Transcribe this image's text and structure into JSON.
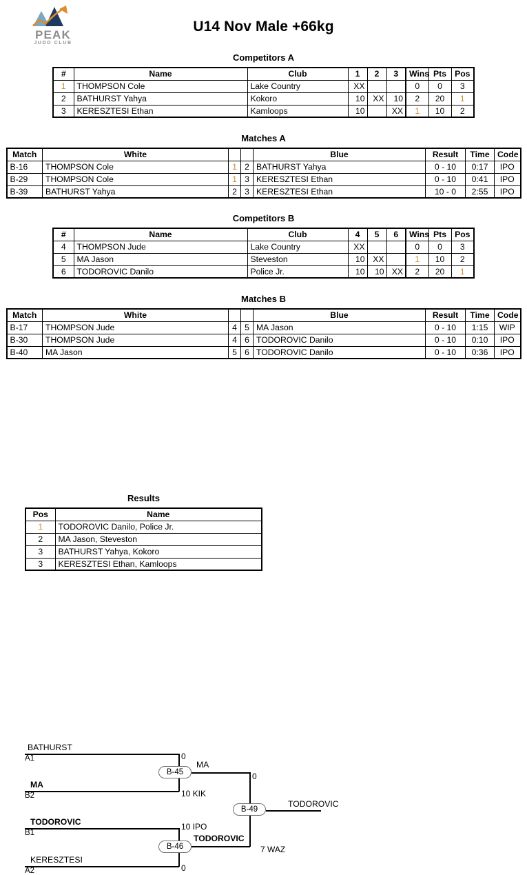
{
  "header": {
    "title": "U14 Nov Male +66kg",
    "logo": {
      "name": "peak-judo-club-logo",
      "wordmark": "PEAK",
      "subtitle": "JUDO CLUB"
    }
  },
  "competitors_a": {
    "caption": "Competitors A",
    "columns": [
      "#",
      "Name",
      "Club",
      "1",
      "2",
      "3",
      "Wins",
      "Pts",
      "Pos"
    ],
    "rows": [
      {
        "num": "1",
        "name": "THOMPSON Cole",
        "club": "Lake Country",
        "m": [
          "XX",
          "",
          ""
        ],
        "wins": "0",
        "pts": "0",
        "pos": "3"
      },
      {
        "num": "2",
        "name": "BATHURST Yahya",
        "club": "Kokoro",
        "m": [
          "10",
          "XX",
          "10"
        ],
        "wins": "2",
        "pts": "20",
        "pos": "1"
      },
      {
        "num": "3",
        "name": "KERESZTESI Ethan",
        "club": "Kamloops",
        "m": [
          "10",
          "",
          "XX"
        ],
        "wins": "1",
        "pts": "10",
        "pos": "2"
      }
    ]
  },
  "matches_a": {
    "caption": "Matches A",
    "columns": [
      "Match",
      "White",
      "",
      "",
      "Blue",
      "Result",
      "Time",
      "Code"
    ],
    "rows": [
      {
        "match": "B-16",
        "white": "THOMPSON Cole",
        "white_bold": false,
        "s1": "1",
        "s2": "2",
        "blue": "BATHURST Yahya",
        "blue_bold": true,
        "result": "0 - 10",
        "time": "0:17",
        "code": "IPO"
      },
      {
        "match": "B-29",
        "white": "THOMPSON Cole",
        "white_bold": false,
        "s1": "1",
        "s2": "3",
        "blue": "KERESZTESI Ethan",
        "blue_bold": true,
        "result": "0 - 10",
        "time": "0:41",
        "code": "IPO"
      },
      {
        "match": "B-39",
        "white": "BATHURST Yahya",
        "white_bold": true,
        "s1": "2",
        "s2": "3",
        "blue": "KERESZTESI Ethan",
        "blue_bold": false,
        "result": "10 - 0",
        "time": "2:55",
        "code": "IPO"
      }
    ]
  },
  "competitors_b": {
    "caption": "Competitors B",
    "columns": [
      "#",
      "Name",
      "Club",
      "4",
      "5",
      "6",
      "Wins",
      "Pts",
      "Pos"
    ],
    "rows": [
      {
        "num": "4",
        "name": "THOMPSON Jude",
        "club": "Lake Country",
        "m": [
          "XX",
          "",
          ""
        ],
        "wins": "0",
        "pts": "0",
        "pos": "3"
      },
      {
        "num": "5",
        "name": "MA Jason",
        "club": "Steveston",
        "m": [
          "10",
          "XX",
          ""
        ],
        "wins": "1",
        "pts": "10",
        "pos": "2"
      },
      {
        "num": "6",
        "name": "TODOROVIC Danilo",
        "club": "Police Jr.",
        "m": [
          "10",
          "10",
          "XX"
        ],
        "wins": "2",
        "pts": "20",
        "pos": "1"
      }
    ]
  },
  "matches_b": {
    "caption": "Matches B",
    "columns": [
      "Match",
      "White",
      "",
      "",
      "Blue",
      "Result",
      "Time",
      "Code"
    ],
    "rows": [
      {
        "match": "B-17",
        "white": "THOMPSON Jude",
        "white_bold": false,
        "s1": "4",
        "s2": "5",
        "blue": "MA Jason",
        "blue_bold": true,
        "result": "0 - 10",
        "time": "1:15",
        "code": "WIP"
      },
      {
        "match": "B-30",
        "white": "THOMPSON Jude",
        "white_bold": false,
        "s1": "4",
        "s2": "6",
        "blue": "TODOROVIC Danilo",
        "blue_bold": true,
        "result": "0 - 10",
        "time": "0:10",
        "code": "IPO"
      },
      {
        "match": "B-40",
        "white": "MA Jason",
        "white_bold": false,
        "s1": "5",
        "s2": "6",
        "blue": "TODOROVIC Danilo",
        "blue_bold": true,
        "result": "0 - 10",
        "time": "0:36",
        "code": "IPO"
      }
    ]
  },
  "bracket": {
    "semifinal_top": {
      "match_code": "B-45",
      "upper": {
        "name": "BATHURST",
        "bold": false,
        "seed": "A1",
        "score": "0"
      },
      "lower": {
        "name": "MA",
        "bold": true,
        "seed": "B2",
        "score": "10 KIK"
      },
      "winner": "MA"
    },
    "semifinal_bottom": {
      "match_code": "B-46",
      "upper": {
        "name": "TODOROVIC",
        "bold": true,
        "seed": "B1",
        "score": "10 IPO"
      },
      "lower": {
        "name": "KERESZTESI",
        "bold": false,
        "seed": "A2",
        "score": "0"
      },
      "winner": "TODOROVIC"
    },
    "final": {
      "match_code": "B-49",
      "upper_score": "0",
      "lower_score": "7 WAZ",
      "winner": "TODOROVIC"
    }
  },
  "results": {
    "caption": "Results",
    "columns": [
      "Pos",
      "Name"
    ],
    "rows": [
      {
        "pos": "1",
        "name": "TODOROVIC Danilo, Police Jr."
      },
      {
        "pos": "2",
        "name": "MA Jason, Steveston"
      },
      {
        "pos": "3",
        "name": "BATHURST Yahya, Kokoro"
      },
      {
        "pos": "3",
        "name": "KERESZTESI Ethan, Kamloops"
      }
    ]
  }
}
